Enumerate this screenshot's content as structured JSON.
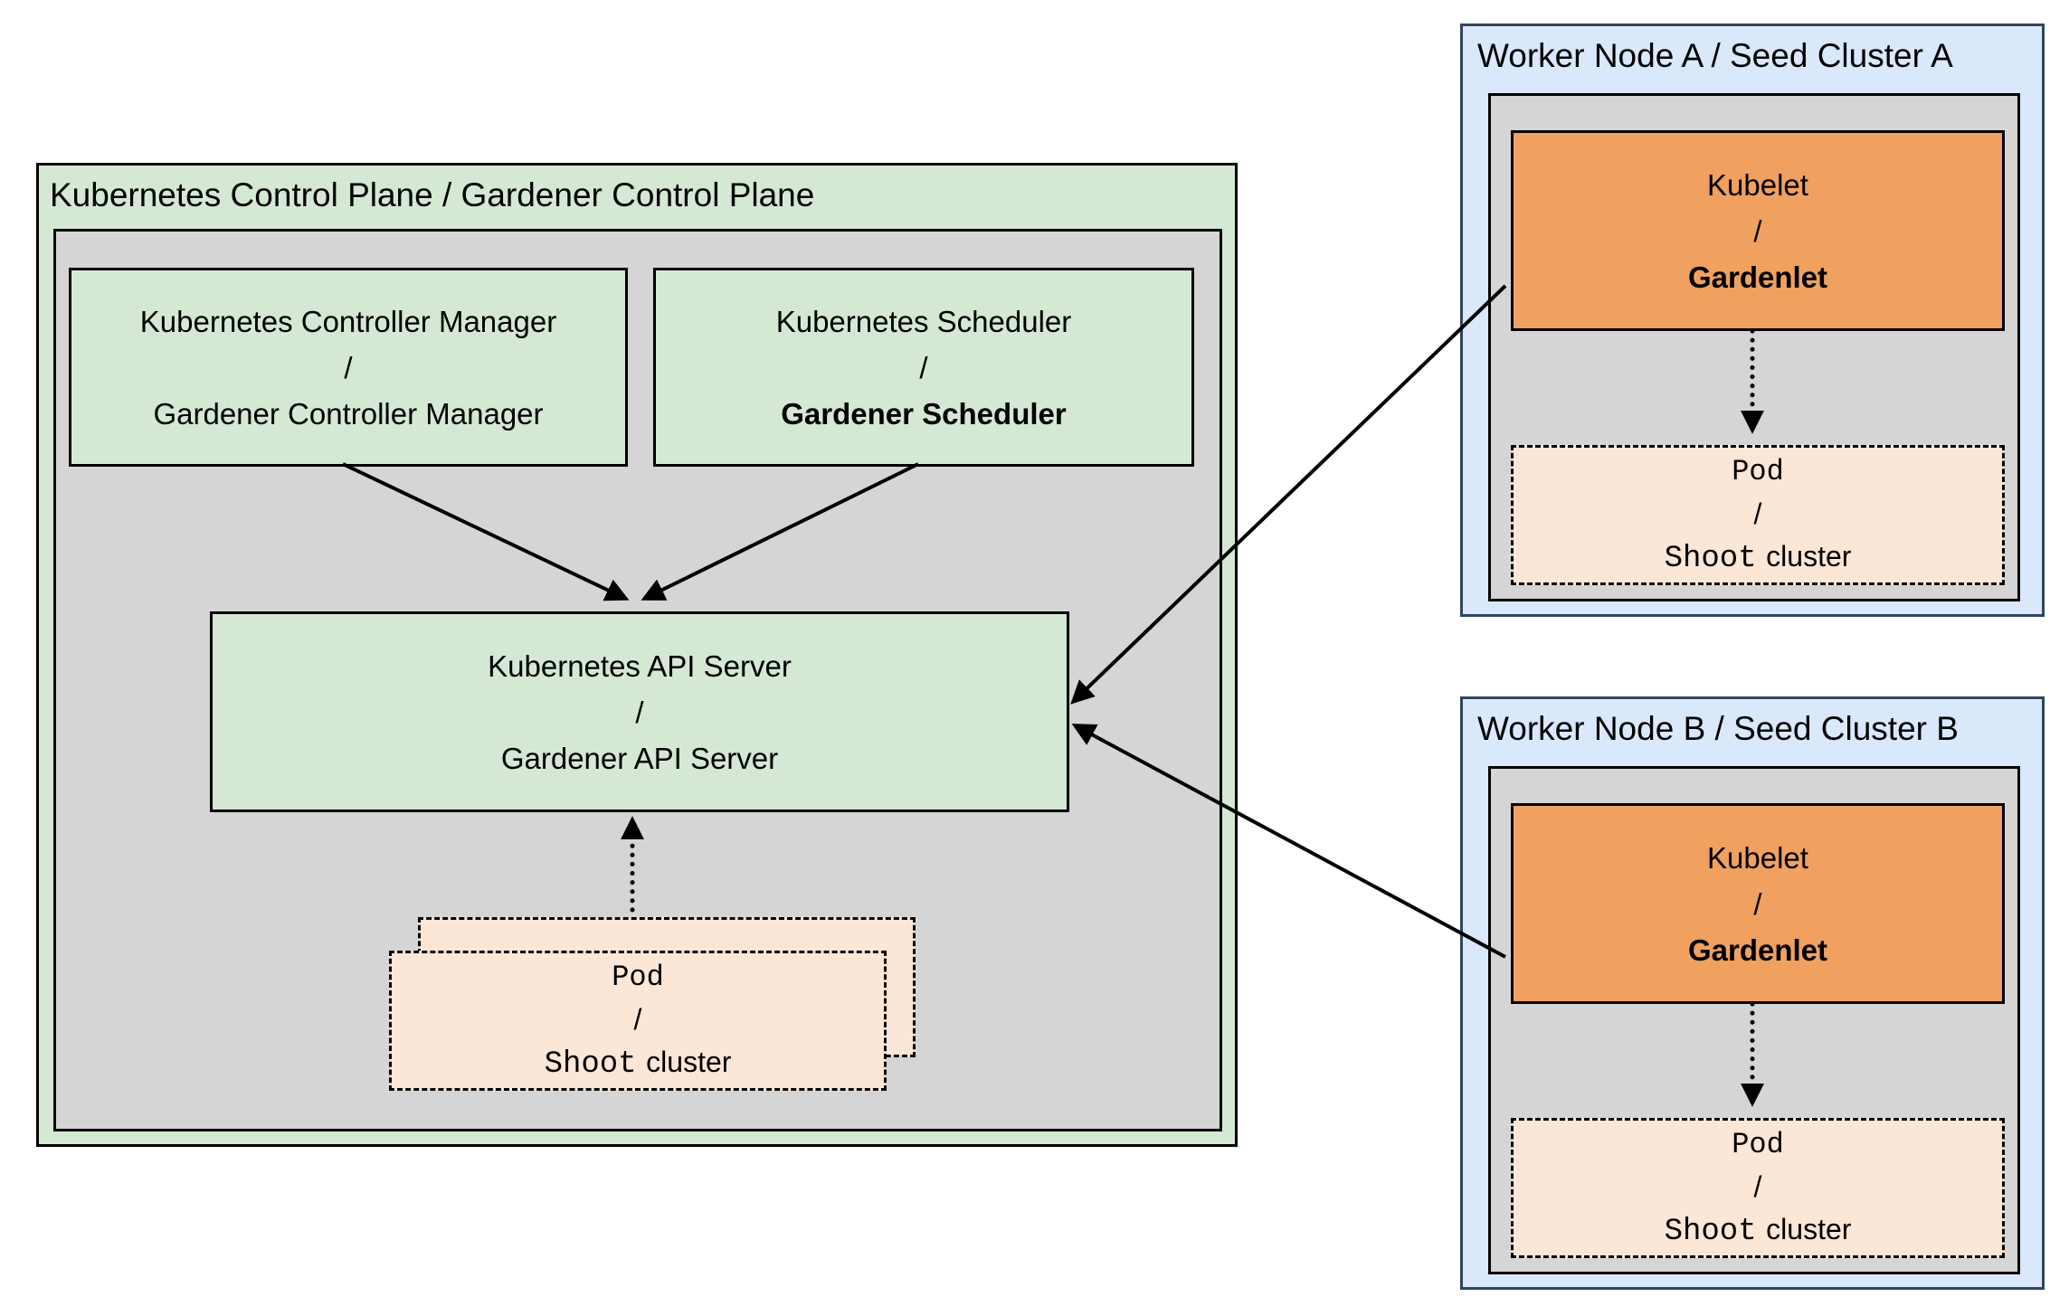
{
  "slash": "/",
  "control_plane": {
    "title": "Kubernetes Control Plane / Gardener Control Plane",
    "controller_manager": {
      "kubernetes": "Kubernetes Controller Manager",
      "gardener": "Gardener Controller Manager"
    },
    "scheduler": {
      "kubernetes": "Kubernetes Scheduler",
      "gardener": "Gardener Scheduler"
    },
    "api_server": {
      "kubernetes": "Kubernetes API Server",
      "gardener": "Gardener API Server"
    },
    "pod": {
      "name": "Pod",
      "shoot": "Shoot",
      "cluster": "cluster"
    }
  },
  "worker_a": {
    "title": "Worker Node A / Seed Cluster A",
    "kubelet": {
      "kubernetes": "Kubelet",
      "gardener": "Gardenlet"
    },
    "pod": {
      "name": "Pod",
      "shoot": "Shoot",
      "cluster": "cluster"
    }
  },
  "worker_b": {
    "title": "Worker Node B / Seed Cluster B",
    "kubelet": {
      "kubernetes": "Kubelet",
      "gardener": "Gardenlet"
    },
    "pod": {
      "name": "Pod",
      "shoot": "Shoot",
      "cluster": "cluster"
    }
  },
  "colors": {
    "green_fill": "#d5e8d4",
    "gray_fill": "#d5d5d5",
    "orange_fill": "#f0a160",
    "peach_fill": "#fce6d6",
    "blue_fill": "#dae8fc",
    "blue_border": "#2f4560",
    "line": "#000000"
  }
}
